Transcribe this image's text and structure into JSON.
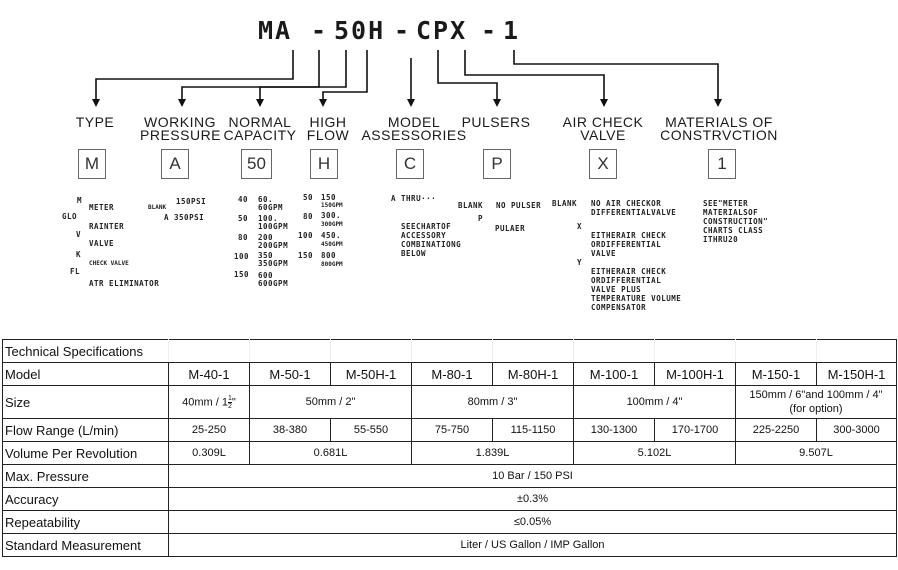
{
  "code": {
    "ma": "MA",
    "dash1": "-",
    "num": "50H",
    "dash2": "-",
    "cpx": "CPX",
    "dash3": "-",
    "one": "1"
  },
  "headers": {
    "type": "TYPE",
    "working1": "WORKING",
    "working2": "PRESSURE",
    "normal1": "NORMAL",
    "normal2": "CAPACITY",
    "high1": "HIGH",
    "high2": "FLOW",
    "model1": "MODEL",
    "model2": "ASSESSORIES",
    "pulsers": "PULSERS",
    "aircheck1": "AIR CHECK",
    "aircheck2": "VALVE",
    "materials1": "MATERIALS OF",
    "materials2": "CONSTRVCTION"
  },
  "boxes": [
    "M",
    "A",
    "50",
    "H",
    "C",
    "P",
    "X",
    "1"
  ],
  "type_codes": [
    "M",
    "GLO",
    "V",
    "K",
    "FL"
  ],
  "type_desc": [
    "METER",
    "RAINTER",
    "VALVE",
    "CHECK VALVE",
    "ATR ELIMINATOR"
  ],
  "pressure": {
    "blank": "BLANK",
    "psi150": "150PSI",
    "a350": "A 350PSI"
  },
  "capacity": {
    "c40": "40",
    "c40a": "60.",
    "c40b": "60GPM",
    "c50": "50",
    "c50a": "100.",
    "c50b": "100GPM",
    "c80": "80",
    "c80a": "200",
    "c80b": "200GPM",
    "c100": "100",
    "c100a": "350",
    "c100b": "350GPM",
    "c150": "150",
    "c150a": "600",
    "c150b": "600GPM"
  },
  "highflow": {
    "h50": "50",
    "h50a": "150",
    "h50b": "150GPM",
    "h80": "80",
    "h80a": "300.",
    "h80b": "300GPM",
    "h100": "100",
    "h100a": "450.",
    "h100b": "450GPM",
    "h150": "150",
    "h150a": "800",
    "h150b": "800GPM"
  },
  "accessories": {
    "athru": "A THRU···",
    "see": "SEECHARTOF\nACCESSORY\nCOMBINATIONG\nBELOW"
  },
  "pulser_opts": {
    "blank": "BLANK",
    "nopulser": "NO PULSER",
    "p": "P",
    "pulser": "PULAER"
  },
  "aircheck_opts": {
    "blank": "BLANK",
    "blank_desc": "NO AIR CHECKOR\nDIFFERENTIALVALVE",
    "x": "X",
    "x_desc": "EITHERAIR CHECK\nORDIFFERENTIAL\nVALVE",
    "y": "Y",
    "y_desc": "EITHERAIR CHECK\nORDIFFERENTIAL\nVALVE PLUS\nTEMPERATURE VOLUME\nCOMPENSATOR"
  },
  "materials_desc": "SEE\"METER\nMATERIALSOF\nCONSTRUCTION\"\nCHARTS CLASS\nITHRU20",
  "table": {
    "title": "Technical Specifications",
    "model_label": "Model",
    "models": [
      "M-40-1",
      "M-50-1",
      "M-50H-1",
      "M-80-1",
      "M-80H-1",
      "M-100-1",
      "M-100H-1",
      "M-150-1",
      "M-150H-1"
    ],
    "size_label": "Size",
    "size_40_pre": "40mm / 1",
    "size_40_num": "1",
    "size_40_den": "2",
    "size_40_post": "\"",
    "size_50": "50mm / 2\"",
    "size_80": "80mm / 3\"",
    "size_100": "100mm / 4\"",
    "size_150": "150mm / 6\"and 100mm / 4\"(for option)",
    "flow_label": "Flow Range (L/min)",
    "flows": [
      "25-250",
      "38-380",
      "55-550",
      "75-750",
      "115-1150",
      "130-1300",
      "170-1700",
      "225-2250",
      "300-3000"
    ],
    "volume_label": "Volume Per Revolution",
    "vol_40": "0.309L",
    "vol_50": "0.681L",
    "vol_80": "1.839L",
    "vol_100": "5.102L",
    "vol_150": "9.507L",
    "pressure_label": "Max. Pressure",
    "pressure_val": "10 Bar / 150 PSI",
    "accuracy_label": "Accuracy",
    "accuracy_val": "±0.3%",
    "repeat_label": "Repeatability",
    "repeat_val": "≤0.05%",
    "std_label": "Standard Measurement",
    "std_val": "Liter / US Gallon / IMP Gallon"
  }
}
